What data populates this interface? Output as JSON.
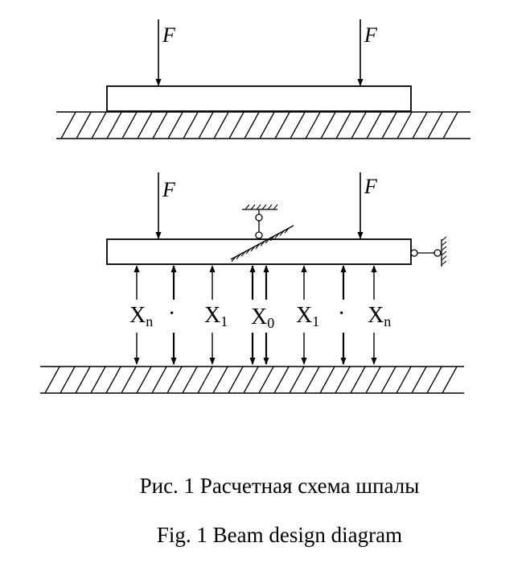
{
  "diagram": {
    "force_label": "F",
    "spring_labels": {
      "n": "X",
      "n_sub": "n",
      "one": "X",
      "one_sub": "1",
      "zero": "X",
      "zero_sub": "0",
      "dot": "·"
    }
  },
  "captions": {
    "ru": "Рис. 1 Расчетная схема шпалы",
    "en": "Fig. 1  Beam design diagram"
  },
  "colors": {
    "ink": "#000000",
    "background": "#ffffff"
  }
}
